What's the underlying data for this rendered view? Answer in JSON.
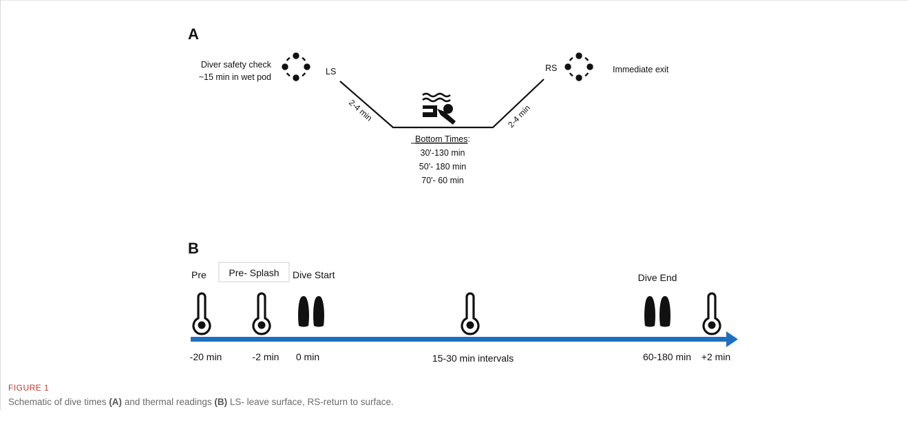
{
  "panelA": {
    "label": "A",
    "left_note_line1": "Diver safety check",
    "left_note_line2": "~15 min in wet pod",
    "ls_label": "LS",
    "rs_label": "RS",
    "right_note": "Immediate exit",
    "descent_time": "2-4 min",
    "ascent_time": "2-4 min",
    "bottom_title": "Bottom Times",
    "bottom_title_suffix": ":",
    "bottom_times": [
      "30'-130 min",
      "50'- 180 min",
      "70'- 60 min"
    ]
  },
  "panelB": {
    "label": "B",
    "top_labels": {
      "pre": "Pre",
      "pre_splash": "Pre- Splash",
      "dive_start": "Dive Start",
      "dive_end": "Dive End"
    },
    "time_labels": [
      "-20 min",
      "-2 min",
      "0 min",
      "15-30 min intervals",
      "60-180 min",
      "+2 min"
    ],
    "icons": [
      "thermometer-icon",
      "thermometer-icon",
      "fins-icon",
      "thermometer-icon",
      "fins-icon",
      "thermometer-icon"
    ],
    "arrow_color": "#1f6fc0"
  },
  "caption": {
    "label": "FIGURE 1",
    "text_1": "Schematic of dive times ",
    "ref_a": "(A)",
    "text_2": " and thermal readings ",
    "ref_b": "(B)",
    "text_3": " LS- leave surface, RS-return to surface."
  }
}
